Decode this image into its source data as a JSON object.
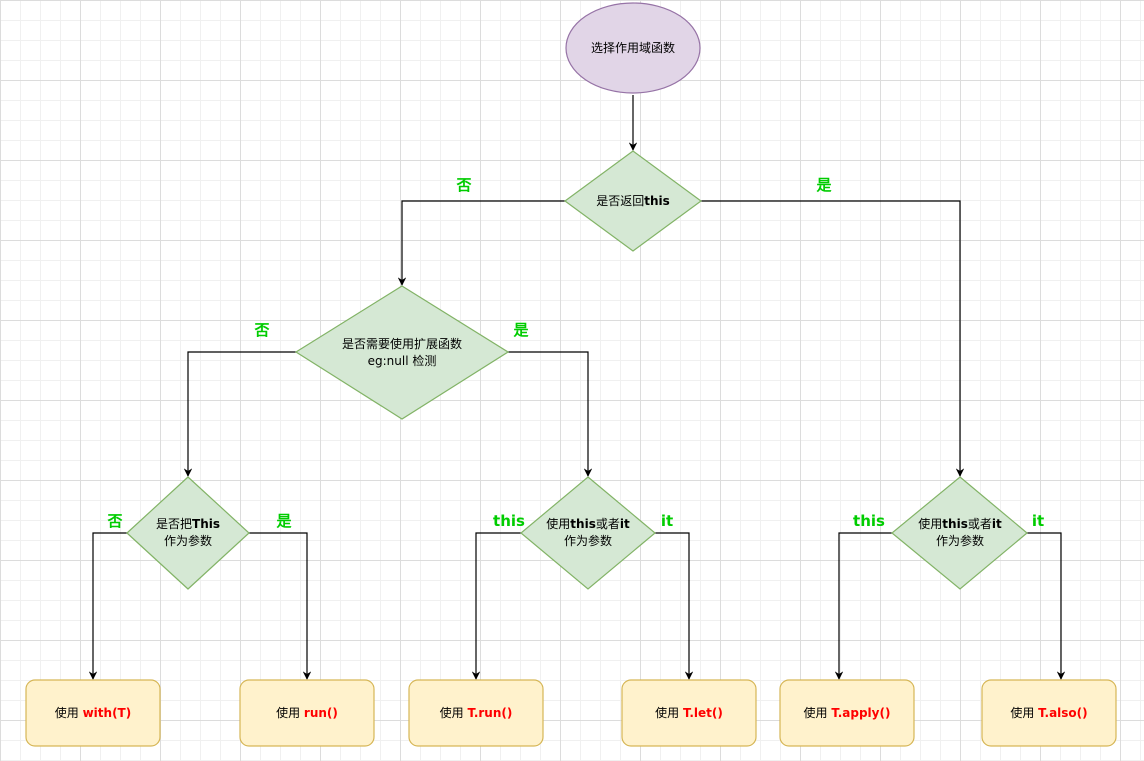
{
  "start": {
    "label": "选择作用域函数"
  },
  "d1": {
    "prefix": "是否返回",
    "bold": "this"
  },
  "d2": {
    "line1": "是否需要使用扩展函数",
    "line2": "eg:null 检测"
  },
  "d3": {
    "prefix": "是否把",
    "bold": "This",
    "line2": "作为参数"
  },
  "d4": {
    "prefix": "使用",
    "bold": "this",
    "mid": "或者",
    "bold2": "it",
    "line2": "作为参数"
  },
  "d5": {
    "prefix": "使用",
    "bold": "this",
    "mid": "或者",
    "bold2": "it",
    "line2": "作为参数"
  },
  "edges": {
    "d1_no": "否",
    "d1_yes": "是",
    "d2_no": "否",
    "d2_yes": "是",
    "d3_no": "否",
    "d3_yes": "是",
    "d4_this": "this",
    "d4_it": "it",
    "d5_this": "this",
    "d5_it": "it"
  },
  "results": [
    {
      "prefix": "使用 ",
      "code": "with(T)"
    },
    {
      "prefix": "使用 ",
      "code": "run()"
    },
    {
      "prefix": "使用 ",
      "code": "T.run()"
    },
    {
      "prefix": "使用 ",
      "code": "T.let()"
    },
    {
      "prefix": "使用 ",
      "code": "T.apply()"
    },
    {
      "prefix": "使用 ",
      "code": "T.also()"
    }
  ],
  "colors": {
    "start_fill": "#e1d5e7",
    "start_stroke": "#9673a6",
    "decision_fill": "#d5e8d4",
    "decision_stroke": "#82b366",
    "terminal_fill": "#fff2cc",
    "terminal_stroke": "#d6b656",
    "edge_label": "#00cc00",
    "code_text": "#ff0000"
  }
}
